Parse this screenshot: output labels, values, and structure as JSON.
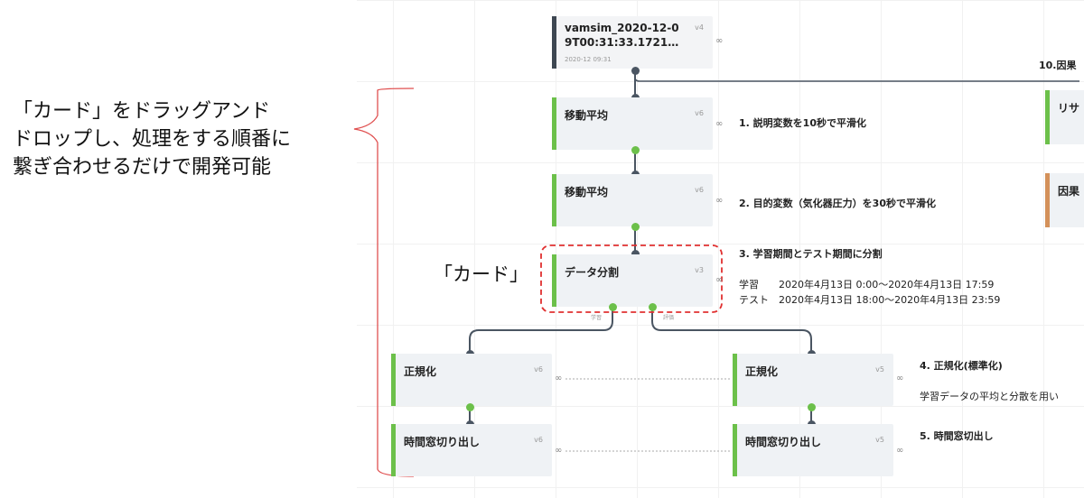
{
  "annotation": {
    "lines": [
      "「カード」をドラッグアンド",
      "ドロップし、処理をする順番に",
      "繋ぎ合わせるだけで開発可能"
    ],
    "card_label": "「カード」"
  },
  "source_card": {
    "title_line1": "vamsim_2020-12-0",
    "title_line2": "9T00:31:33.1721…",
    "version": "v4",
    "timestamp": "2020-12 09:31"
  },
  "top_right_label": "10.因果",
  "right_cards": [
    {
      "title": "リサ"
    },
    {
      "title": "因果"
    }
  ],
  "cards": {
    "moving_avg_1": {
      "title": "移動平均",
      "version": "v6"
    },
    "moving_avg_2": {
      "title": "移動平均",
      "version": "v6"
    },
    "data_split": {
      "title": "データ分割",
      "version": "v3",
      "port_left": "学習",
      "port_right": "評価"
    },
    "normalize_left": {
      "title": "正規化",
      "version": "v6"
    },
    "normalize_right": {
      "title": "正規化",
      "version": "v5"
    },
    "window_left": {
      "title": "時間窓切り出し",
      "version": "v6"
    },
    "window_right": {
      "title": "時間窓切り出し",
      "version": "v5"
    }
  },
  "link_icon": "∞",
  "descriptions": {
    "step1": "1. 説明変数を10秒で平滑化",
    "step2": "2. 目的変数（気化器圧力）を30秒で平滑化",
    "step3": "3. 学習期間とテスト期間に分割",
    "train_label": "学習",
    "train_range": "2020年4月13日 0:00～2020年4月13日 17:59",
    "test_label": "テスト",
    "test_range": "2020年4月13日 18:00～2020年4月13日 23:59",
    "step4": "4. 正規化(標準化)",
    "step4_detail": "学習データの平均と分散を用い",
    "step5": "5. 時間窓切出し"
  },
  "colors": {
    "card_bg": "#eff2f5",
    "accent_green": "#6cc04a",
    "accent_orange": "#d4915a",
    "source_bar": "#3e4752",
    "connector": "#4a5562",
    "highlight_dash": "#e03030",
    "bracket": "#e05050"
  }
}
